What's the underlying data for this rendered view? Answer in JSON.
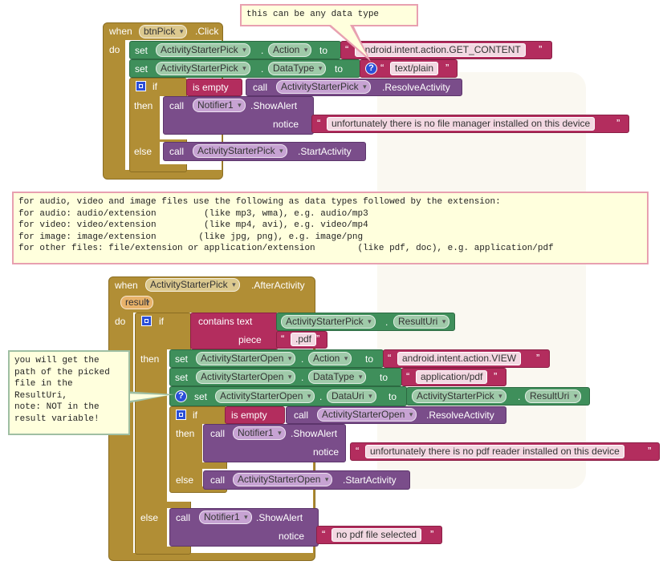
{
  "comments": {
    "top": "this can be any data type",
    "middle": [
      "for audio, video and image files use the following as data types followed by the extension:",
      "for audio: audio/extension         (like mp3, wma), e.g. audio/mp3",
      "for video: video/extension         (like mp4, avi), e.g. video/mp4",
      "for image: image/extension        (like jpg, png), e.g. image/png",
      "for other files: file/extension or application/extension        (like pdf, doc), e.g. application/pdf"
    ],
    "left": [
      "you will get the",
      "path of the picked",
      "file in the",
      "ResultUri,",
      "note: NOT in the",
      "result variable!"
    ]
  },
  "block1": {
    "when": "when",
    "component": "btnPick",
    "event": ".Click",
    "do": "do",
    "set1": {
      "set": "set",
      "comp": "ActivityStarterPick",
      "prop": "Action",
      "to": "to",
      "value": "android.intent.action.GET_CONTENT"
    },
    "set2": {
      "set": "set",
      "comp": "ActivityStarterPick",
      "prop": "DataType",
      "to": "to",
      "value": "text/plain"
    },
    "if": "if",
    "is_empty": "is empty",
    "call": "call",
    "resolve_comp": "ActivityStarterPick",
    "resolve_method": ".ResolveActivity",
    "then": "then",
    "notifier": "Notifier1",
    "show_alert": ".ShowAlert",
    "notice": "notice",
    "notice_text": "unfortunately there is no file manager installed on this device",
    "else": "else",
    "start_comp": "ActivityStarterPick",
    "start_method": ".StartActivity"
  },
  "block2": {
    "when": "when",
    "component": "ActivityStarterPick",
    "event": ".AfterActivity",
    "param": "result",
    "do": "do",
    "if": "if",
    "contains_text": "contains text",
    "piece": "piece",
    "uri_comp": "ActivityStarterPick",
    "uri_prop": "ResultUri",
    "piece_value": ".pdf",
    "then": "then",
    "set1": {
      "set": "set",
      "comp": "ActivityStarterOpen",
      "prop": "Action",
      "to": "to",
      "value": "android.intent.action.VIEW"
    },
    "set2": {
      "set": "set",
      "comp": "ActivityStarterOpen",
      "prop": "DataType",
      "to": "to",
      "value": "application/pdf"
    },
    "set3": {
      "set": "set",
      "comp": "ActivityStarterOpen",
      "prop": "DataUri",
      "to": "to",
      "src_comp": "ActivityStarterPick",
      "src_prop": "ResultUri"
    },
    "if2": "if",
    "is_empty": "is empty",
    "call": "call",
    "resolve_comp": "ActivityStarterOpen",
    "resolve_method": ".ResolveActivity",
    "then2": "then",
    "notifier": "Notifier1",
    "show_alert": ".ShowAlert",
    "notice": "notice",
    "notice_text": "unfortunately there is no pdf reader installed on this device",
    "else2": "else",
    "start_comp": "ActivityStarterOpen",
    "start_method": ".StartActivity",
    "else": "else",
    "notifier2": "Notifier1",
    "show_alert2": ".ShowAlert",
    "notice2": "notice",
    "notice2_text": "no pdf file selected"
  },
  "colors": {
    "control": "#b18e35",
    "component": "#3f8f5b",
    "procedure": "#7a4d8a",
    "text": "#b32d5e"
  }
}
